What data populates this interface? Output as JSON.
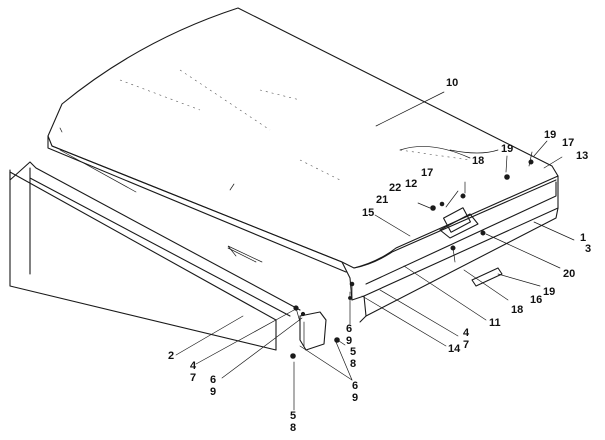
{
  "callouts": [
    {
      "id": "c10",
      "text": "10"
    },
    {
      "id": "c19a",
      "text": "19"
    },
    {
      "id": "c17a",
      "text": "17"
    },
    {
      "id": "c13",
      "text": "13"
    },
    {
      "id": "c19b",
      "text": "19"
    },
    {
      "id": "c18a",
      "text": "18"
    },
    {
      "id": "c17b",
      "text": "17"
    },
    {
      "id": "c12",
      "text": "12"
    },
    {
      "id": "c22",
      "text": "22"
    },
    {
      "id": "c21",
      "text": "21"
    },
    {
      "id": "c15",
      "text": "15"
    },
    {
      "id": "c1",
      "text": "1"
    },
    {
      "id": "c3",
      "text": "3"
    },
    {
      "id": "c20",
      "text": "20"
    },
    {
      "id": "c19c",
      "text": "19"
    },
    {
      "id": "c16",
      "text": "16"
    },
    {
      "id": "c18b",
      "text": "18"
    },
    {
      "id": "c11",
      "text": "11"
    },
    {
      "id": "c4a",
      "text": "4"
    },
    {
      "id": "c7a",
      "text": "7"
    },
    {
      "id": "c6a",
      "text": "6"
    },
    {
      "id": "c9a",
      "text": "9"
    },
    {
      "id": "c14",
      "text": "14"
    },
    {
      "id": "c2",
      "text": "2"
    },
    {
      "id": "c4b",
      "text": "4"
    },
    {
      "id": "c7b",
      "text": "7"
    },
    {
      "id": "c6b",
      "text": "6"
    },
    {
      "id": "c9b",
      "text": "9"
    },
    {
      "id": "c5a",
      "text": "5"
    },
    {
      "id": "c8a",
      "text": "8"
    },
    {
      "id": "c6c",
      "text": "6"
    },
    {
      "id": "c9c",
      "text": "9"
    },
    {
      "id": "c5b",
      "text": "5"
    },
    {
      "id": "c8b",
      "text": "8"
    }
  ]
}
